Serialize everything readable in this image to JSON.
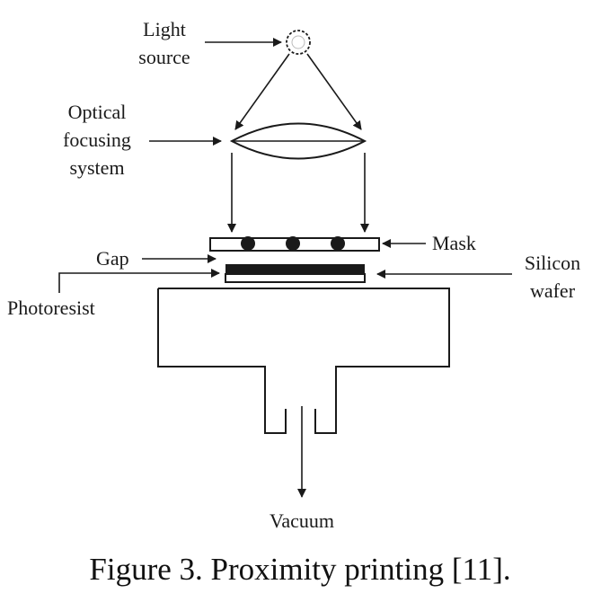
{
  "labels": {
    "light_source_line1": "Light",
    "light_source_line2": "source",
    "optical_line1": "Optical",
    "optical_line2": "focusing",
    "optical_line3": "system",
    "mask": "Mask",
    "gap": "Gap",
    "silicon_line1": "Silicon",
    "silicon_line2": "wafer",
    "photoresist": "Photoresist",
    "vacuum": "Vacuum"
  },
  "caption": "Figure 3. Proximity printing [11].",
  "colors": {
    "stroke": "#1a1a1a",
    "background": "#ffffff"
  }
}
